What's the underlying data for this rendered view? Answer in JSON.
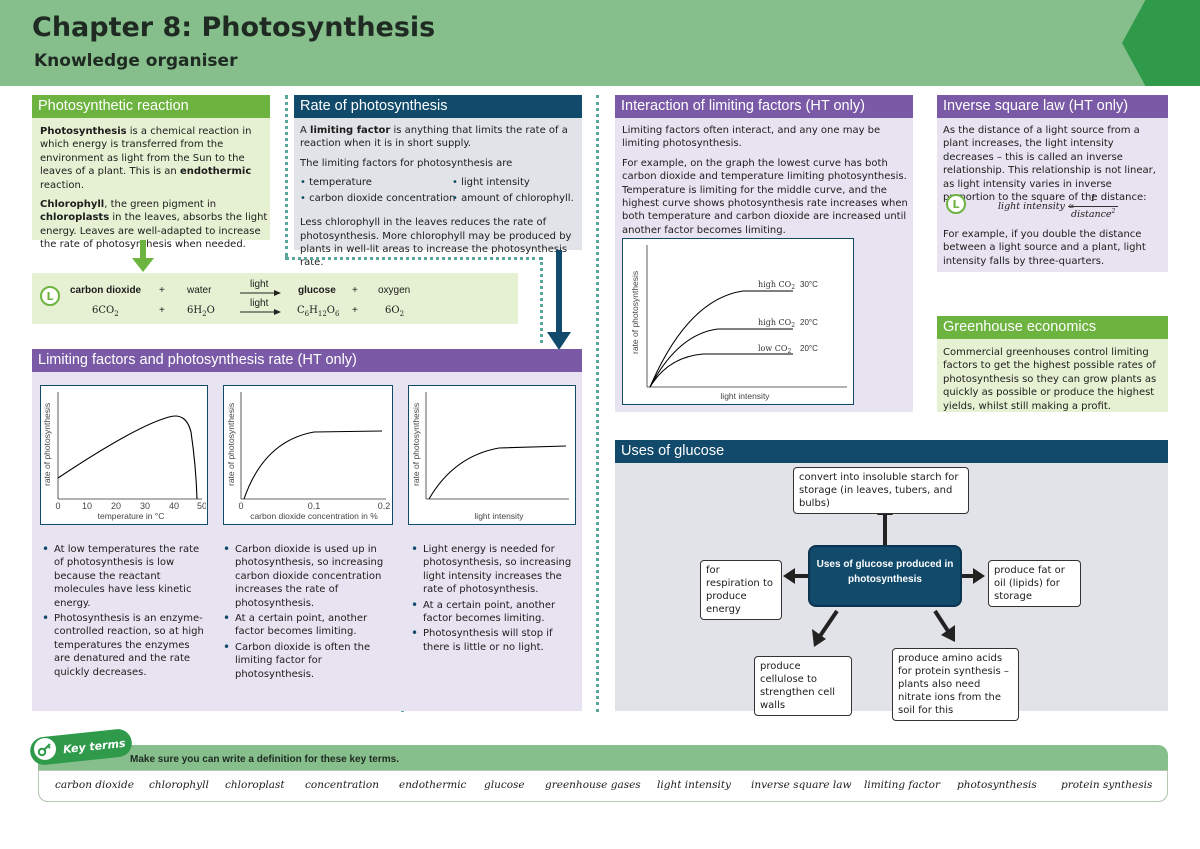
{
  "header": {
    "title": "Chapter 8: Photosynthesis",
    "subtitle": "Knowledge organiser"
  },
  "photosynthetic_reaction": {
    "title": "Photosynthetic reaction",
    "p1_term": "Photosynthesis",
    "p1_a": " is a chemical reaction in which energy is transferred from the environment as light from the Sun to the leaves of a plant. This is an ",
    "p1_term2": "endothermic",
    "p1_b": " reaction.",
    "p2_term": "Chlorophyll",
    "p2_a": ", the green pigment in ",
    "p2_term2": "chloroplasts",
    "p2_b": " in the leaves, absorbs the light energy. Leaves are well-adapted to increase the rate of photosynthesis when needed."
  },
  "equation": {
    "badge": "L",
    "word_r1": "carbon dioxide",
    "plus": "+",
    "word_r2": "water",
    "arrow_label": "light",
    "word_p1": "glucose",
    "word_p2": "oxygen",
    "sym_r1": "6CO",
    "sym_r1_sub": "2",
    "sym_r2a": "6H",
    "sym_r2_sub": "2",
    "sym_r2b": "O",
    "sym_p1a": "C",
    "sym_p1_s1": "6",
    "sym_p1b": "H",
    "sym_p1_s2": "12",
    "sym_p1c": "O",
    "sym_p1_s3": "6",
    "sym_p2": "6O",
    "sym_p2_sub": "2"
  },
  "rate": {
    "title": "Rate of photosynthesis",
    "p1_a": "A ",
    "p1_term": "limiting factor",
    "p1_b": " is anything that limits the rate of a reaction when it is in short supply.",
    "p2": "The limiting factors for photosynthesis are",
    "factors": [
      "temperature",
      "light intensity",
      "carbon dioxide concentration",
      "amount of chlorophyll."
    ],
    "p3": "Less chlorophyll in the leaves reduces the rate of photosynthesis. More chlorophyll may be produced by plants in well-lit areas to increase the photosynthesis rate."
  },
  "interaction": {
    "title": "Interaction of limiting factors (HT only)",
    "p1": "Limiting factors often interact, and any one may be limiting photosynthesis.",
    "p2": "For example, on the graph the lowest curve has both carbon dioxide and temperature limiting photosynthesis. Temperature is limiting for the middle curve, and the highest curve shows photosynthesis rate increases when both temperature and carbon dioxide are increased until another factor becomes limiting.",
    "graph": {
      "ylabel": "rate of photosynthesis",
      "xlabel": "light intensity",
      "labels": [
        {
          "co2": "high CO",
          "sub": "2",
          "temp": "30°C"
        },
        {
          "co2": "high CO",
          "sub": "2",
          "temp": "20°C"
        },
        {
          "co2": "low CO",
          "sub": "2",
          "temp": "20°C"
        }
      ]
    }
  },
  "inverse": {
    "title": "Inverse square law (HT only)",
    "p1": "As the distance of a light source from a plant increases, the light intensity decreases – this is called an inverse relationship. This relationship is not linear, as light intensity varies in inverse proportion to the square of the distance:",
    "badge": "L",
    "formula_lhs": "light intensity ∝",
    "formula_num": "1",
    "formula_den": "distance",
    "formula_den_sup": "2",
    "p2": "For example, if you double the distance between a light source and a plant, light intensity falls by three-quarters."
  },
  "greenhouse": {
    "title": "Greenhouse economics",
    "text": "Commercial greenhouses control limiting factors to get the highest possible rates of photosynthesis so they can grow plants as quickly as possible or produce the highest yields, whilst still making a profit."
  },
  "limiting": {
    "title": "Limiting factors and photosynthesis rate (HT only)",
    "graphs": [
      {
        "ylabel": "rate of photosynthesis",
        "xlabel": "temperature in °C",
        "ticks": [
          "0",
          "10",
          "20",
          "30",
          "40",
          "50"
        ]
      },
      {
        "ylabel": "rate of photosynthesis",
        "xlabel": "carbon dioxide concentration in %",
        "ticks": [
          "0",
          "0.1",
          "0.2"
        ]
      },
      {
        "ylabel": "rate of photosynthesis",
        "xlabel": "light intensity",
        "ticks": []
      }
    ],
    "col1": [
      "At low temperatures the rate of photosynthesis is low because the reactant molecules have less kinetic energy.",
      "Photosynthesis is an enzyme-controlled reaction, so at high temperatures the enzymes are denatured and the rate quickly decreases."
    ],
    "col2": [
      "Carbon dioxide is used up in photosynthesis, so increasing carbon dioxide concentration increases the rate of photosynthesis.",
      "At a certain point, another factor becomes limiting.",
      "Carbon dioxide is often the limiting factor for photosynthesis."
    ],
    "col3": [
      "Light energy is needed for photosynthesis, so increasing light intensity increases the rate of photosynthesis.",
      "At a certain point, another factor becomes limiting.",
      "Photosynthesis will stop if there is little or no light."
    ]
  },
  "glucose": {
    "title": "Uses of glucose",
    "center": "Uses of glucose produced in photosynthesis",
    "starch": "convert into insoluble starch for storage (in leaves, tubers, and bulbs)",
    "respiration": "for respiration to produce energy",
    "fat": "produce fat or oil (lipids) for storage",
    "cellulose": "produce cellulose to strengthen cell walls",
    "amino": "produce amino acids for protein synthesis – plants also need nitrate ions from the soil for this"
  },
  "key_terms": {
    "label": "Key terms",
    "instruction": "Make sure you can write a definition for these key terms.",
    "terms": [
      "carbon dioxide",
      "chlorophyll",
      "chloroplast",
      "concentration",
      "endothermic",
      "glucose",
      "greenhouse gases",
      "light intensity",
      "inverse square law",
      "limiting factor",
      "photosynthesis",
      "protein synthesis"
    ]
  },
  "colors": {
    "green": "#6db33f",
    "navy": "#114a6b",
    "purple": "#7a5aa6",
    "header": "#86bf8c"
  }
}
